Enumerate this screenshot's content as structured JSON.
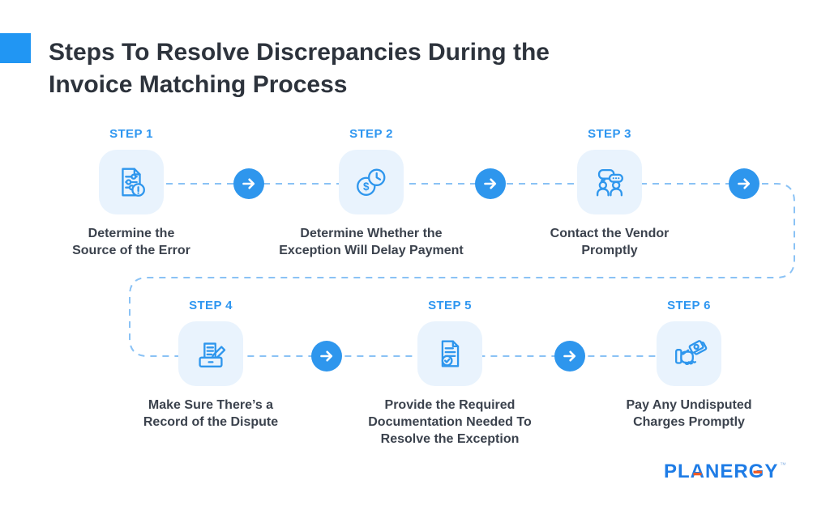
{
  "header": {
    "title": "Steps To Resolve Discrepancies During the\nInvoice Matching Process"
  },
  "steps": [
    {
      "label": "STEP 1",
      "caption": "Determine the\nSource of the Error",
      "icon": "error-document-icon"
    },
    {
      "label": "STEP 2",
      "caption": "Determine Whether the\nException Will Delay Payment",
      "icon": "dollar-clock-icon"
    },
    {
      "label": "STEP 3",
      "caption": "Contact the Vendor\nPromptly",
      "icon": "vendor-chat-icon"
    },
    {
      "label": "STEP 4",
      "caption": "Make Sure There’s a\nRecord of the Dispute",
      "icon": "record-pencil-icon"
    },
    {
      "label": "STEP 5",
      "caption": "Provide the Required\nDocumentation Needed To\nResolve the Exception",
      "icon": "document-check-icon"
    },
    {
      "label": "STEP 6",
      "caption": "Pay Any Undisputed\nCharges Promptly",
      "icon": "handshake-payment-icon"
    }
  ],
  "connector": {
    "style": "dashed",
    "arrow_icon": "right-arrow-icon"
  },
  "logo": {
    "text": "PLANERGY",
    "trademark": "™"
  },
  "colors": {
    "accent_blue": "#2196f3",
    "icon_blue": "#2e96ed",
    "step_label_blue": "#2e96f0",
    "tile_background": "#e9f3fd",
    "dash_blue": "#8ac2f5",
    "title_text": "#2d333c",
    "caption_text": "#3b424d",
    "logo_blue": "#1e7ce6",
    "logo_orange": "#f15a24"
  }
}
